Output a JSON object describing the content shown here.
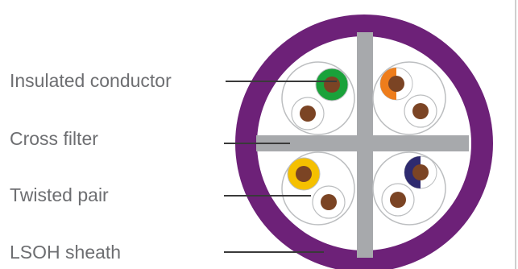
{
  "labels": {
    "insulated_conductor": "Insulated conductor",
    "cross_filter": "Cross filter",
    "twisted_pair": "Twisted pair",
    "lsoh_sheath": "LSOH sheath"
  },
  "colors": {
    "sheath": "#6d2178",
    "cross_filter": "#a7a9ac",
    "pair_background": "#ffffff",
    "pair_outline": "#bcbec0",
    "conductor_core": "#7b4424",
    "green_insulation": "#1aa23a",
    "orange_insulation": "#ee7d1c",
    "yellow_insulation": "#f5c000",
    "blue_insulation": "#2e2a6f",
    "label_text": "#6d6e71",
    "leader_line": "#3a3a3a",
    "frame_border": "#cfcfcf"
  }
}
